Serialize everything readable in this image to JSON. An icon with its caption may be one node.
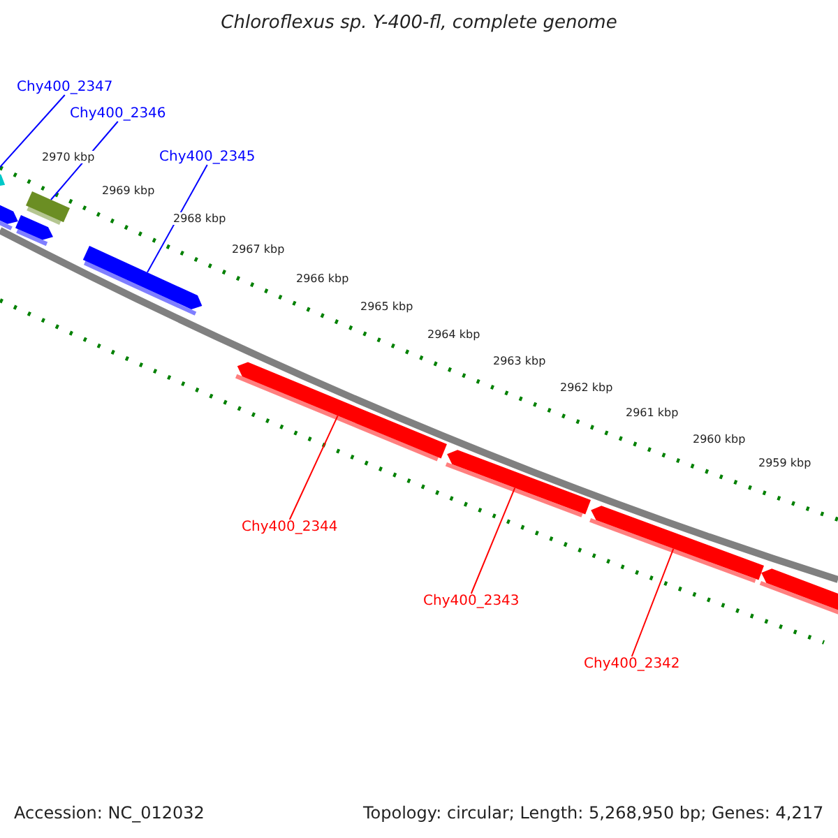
{
  "diagram": {
    "title": "Chloroflexus sp. Y-400-fl, complete genome",
    "nodes": [
      {
        "text": [
          "Chy400_2347"
        ]
      },
      {
        "text": [
          "Chy400_2346"
        ]
      },
      {
        "text": [
          "Chy400_2345"
        ]
      },
      {
        "text": [
          "Chy400_2344"
        ]
      },
      {
        "text": [
          "Chy400_2343"
        ]
      },
      {
        "text": [
          "Chy400_2342"
        ]
      },
      {
        "text": [],
        "shape": "bar"
      },
      {
        "text": [],
        "shape": "bar"
      },
      {
        "text": [],
        "shape": "bar"
      },
      {
        "text": [],
        "shape": "bar"
      },
      {
        "text": [],
        "shape": "bar"
      },
      {
        "text": [],
        "shape": "bar"
      },
      {
        "text": [],
        "shape": "bar"
      },
      {
        "text": [],
        "shape": "bar"
      },
      {
        "text": [],
        "shape": "bar"
      }
    ],
    "edges": [
      {
        "from": 0,
        "to": 6,
        "arrow": "none",
        "color": "#0000ff"
      },
      {
        "from": 1,
        "to": 7,
        "arrow": "none",
        "color": "#0000ff"
      },
      {
        "from": 2,
        "to": 10,
        "arrow": "none",
        "color": "#0000ff"
      },
      {
        "from": 3,
        "to": 11,
        "arrow": "none",
        "color": "#ff0000"
      },
      {
        "from": 4,
        "to": 12,
        "arrow": "none",
        "color": "#ff0000"
      },
      {
        "from": 5,
        "to": 13,
        "arrow": "none",
        "color": "#ff0000"
      }
    ],
    "labels": [
      "2970 kbp",
      "2969 kbp",
      "2968 kbp",
      "2967 kbp",
      "2966 kbp",
      "2965 kbp",
      "2964 kbp",
      "2963 kbp",
      "2962 kbp",
      "2961 kbp",
      "2960 kbp",
      "2959 kbp",
      "Accession: NC_012032",
      "Topology: circular; Length: 5,268,950 bp; Genes: 4,217"
    ]
  }
}
